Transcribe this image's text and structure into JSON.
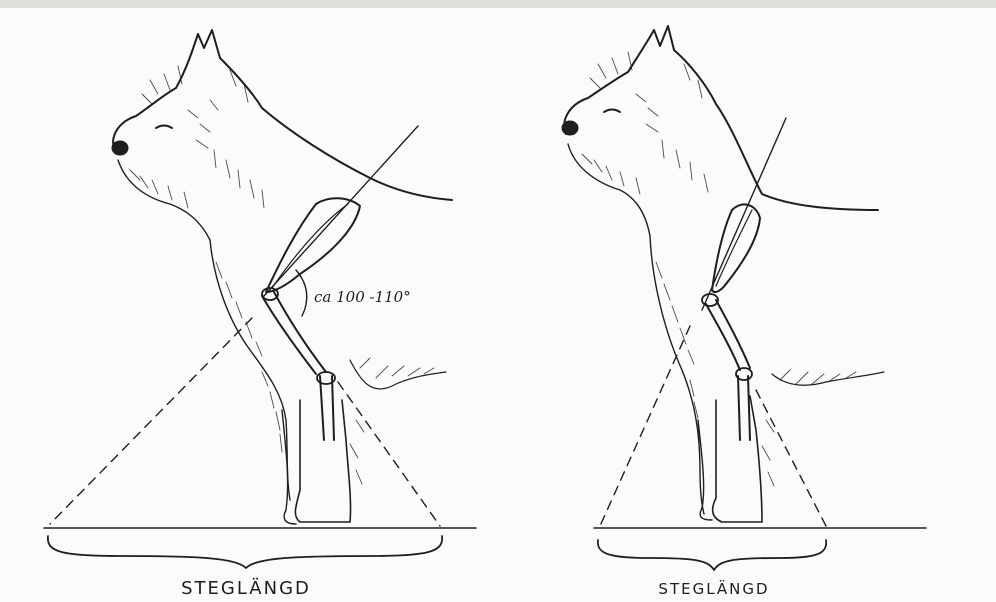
{
  "figures": [
    {
      "angle_label": "ca 100 -110°",
      "stride_label": "STEGLÄNGD"
    },
    {
      "stride_label": "STEGLÄNGD"
    }
  ],
  "colors": {
    "ink": "#1e1e1e",
    "paper": "#fbfbf9"
  }
}
